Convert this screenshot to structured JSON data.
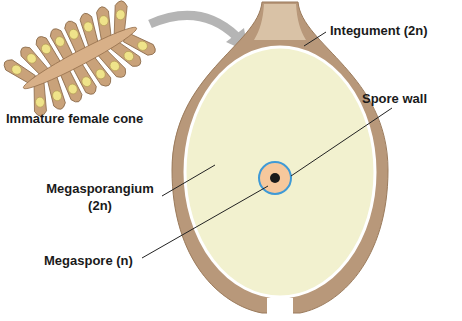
{
  "diagram": {
    "labels": [
      "Integument (2n)",
      "Spore wall",
      "Immature female cone",
      "Megasporangium (2n)",
      "Megaspore (n)"
    ]
  }
}
